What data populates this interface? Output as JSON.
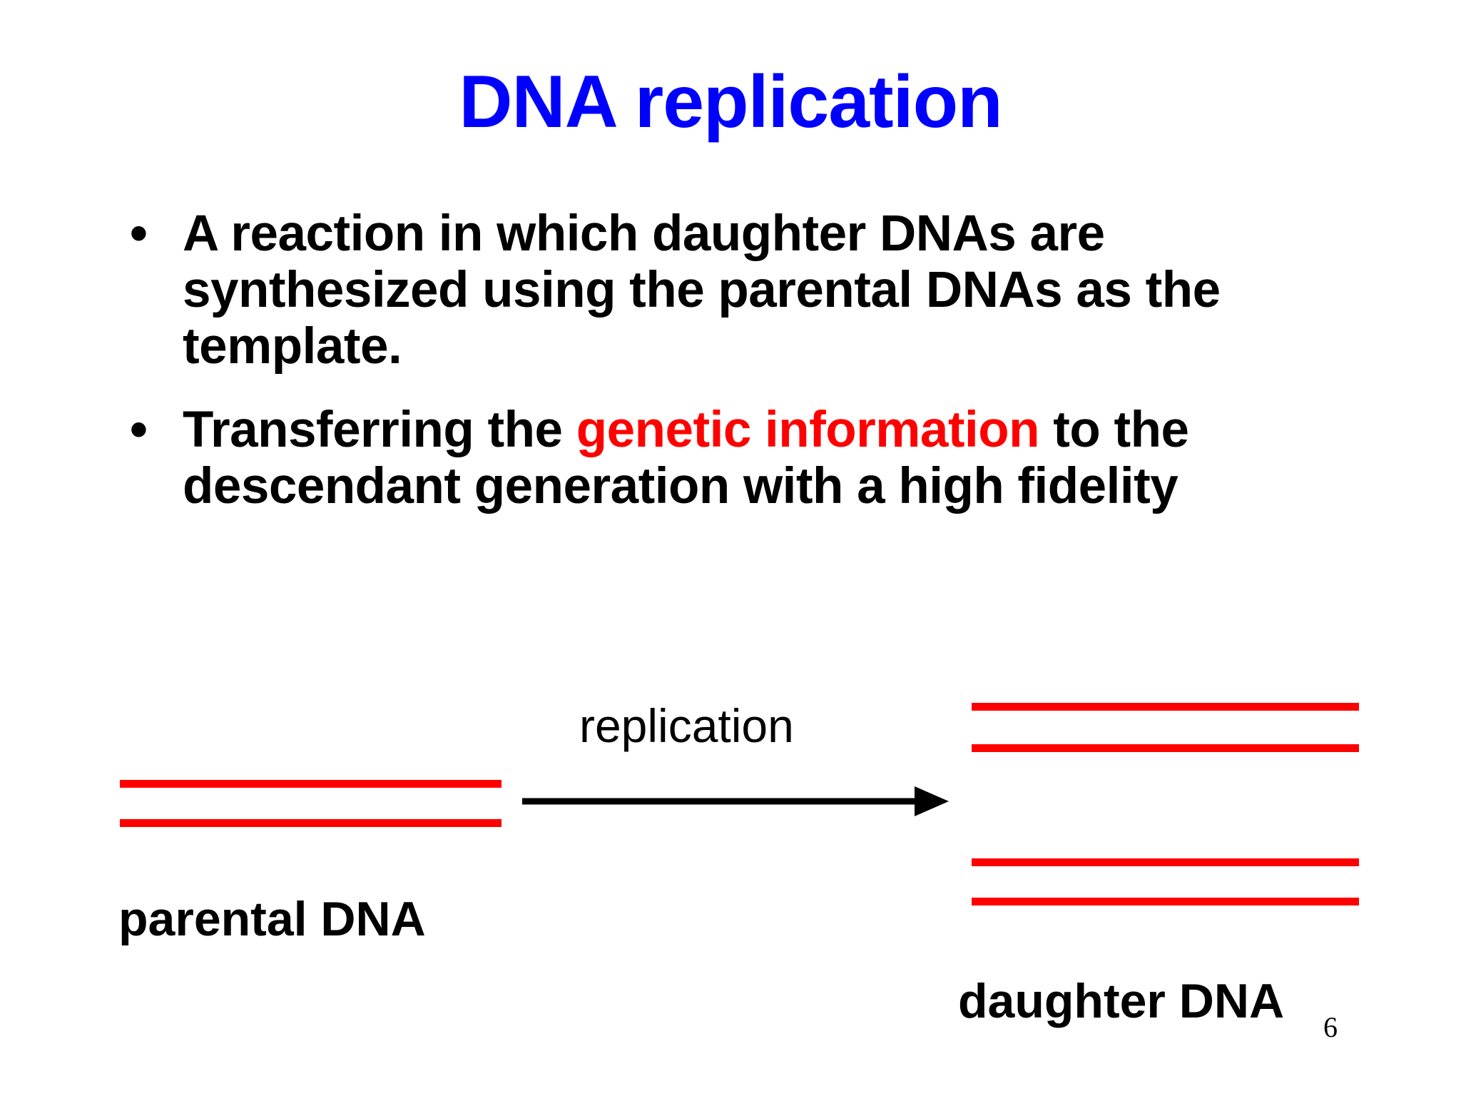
{
  "slide": {
    "title": "DNA replication",
    "title_color": "#0000ff",
    "background_color": "#ffffff",
    "number": "6"
  },
  "bullets": [
    {
      "marker": "•",
      "segments": [
        {
          "text": "A reaction in which daughter DNAs are synthesized using the parental DNAs as the template.",
          "color": "#000000"
        }
      ]
    },
    {
      "marker": "•",
      "segments": [
        {
          "text": "Transferring the ",
          "color": "#000000"
        },
        {
          "text": "genetic information",
          "color": "#ff0000"
        },
        {
          "text": " to the descendant generation with a high fidelity",
          "color": "#000000"
        }
      ]
    }
  ],
  "diagram": {
    "parental_label": "parental DNA",
    "daughter_label": "daughter DNA",
    "arrow_label": "replication",
    "strand_color": "#ff0000",
    "arrow_color": "#000000",
    "parental_duplex_strands": 2,
    "daughter_duplex_count": 2,
    "daughter_duplex_strands": 2
  }
}
